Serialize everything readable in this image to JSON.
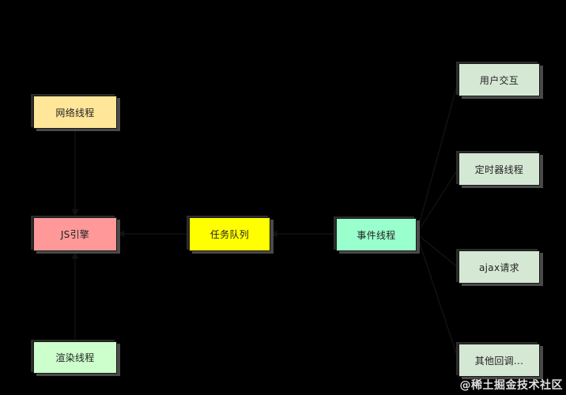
{
  "diagram": {
    "background": "#000000",
    "nodes": {
      "network_thread": {
        "label": "网络线程",
        "color": "#ffe699"
      },
      "js_engine": {
        "label": "JS引擎",
        "color": "#ff9999"
      },
      "render_thread": {
        "label": "渲染线程",
        "color": "#ccffcc"
      },
      "task_queue": {
        "label": "任务队列",
        "color": "#ffff00"
      },
      "event_thread": {
        "label": "事件线程",
        "color": "#99ffcc"
      },
      "user_interaction": {
        "label": "用户交互",
        "color": "#d5e8d4"
      },
      "timer_thread": {
        "label": "定时器线程",
        "color": "#d5e8d4"
      },
      "ajax_request": {
        "label": "ajax请求",
        "color": "#d5e8d4"
      },
      "other_callbacks": {
        "label": "其他回调...",
        "color": "#d5e8d4"
      }
    }
  },
  "watermark": "@稀土掘金技术社区"
}
